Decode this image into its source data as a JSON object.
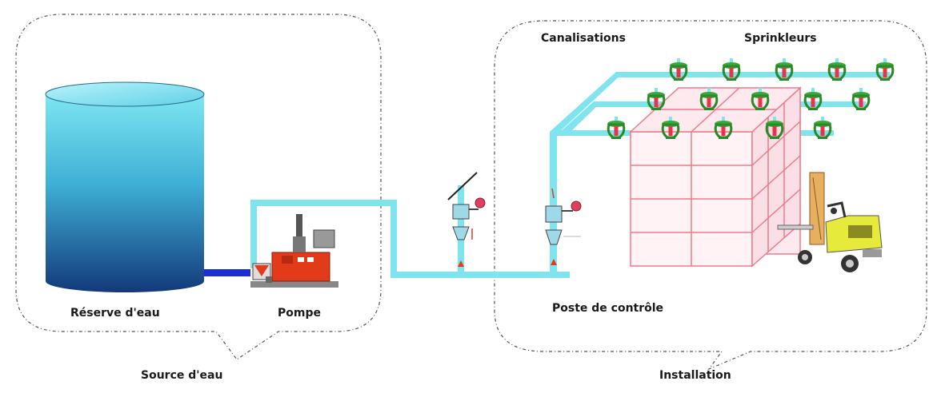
{
  "groups": {
    "source_label": "Source d'eau",
    "installation_label": "Installation"
  },
  "labels": {
    "reservoir": "Réserve d'eau",
    "pump": "Pompe",
    "control_station": "Poste de contrôle",
    "pipes": "Canalisations",
    "sprinklers": "Sprinkleurs"
  },
  "colors": {
    "water_tank": "#4fb3cf",
    "pipe": "#7fe4ee",
    "pipe_dark": "#1c2fd6",
    "pump_body": "#e23b1a",
    "rack": "#f07a8a",
    "sprinkler": "#2a9a2a",
    "forklift": "#e6ea3a",
    "boundary": "#555555"
  }
}
